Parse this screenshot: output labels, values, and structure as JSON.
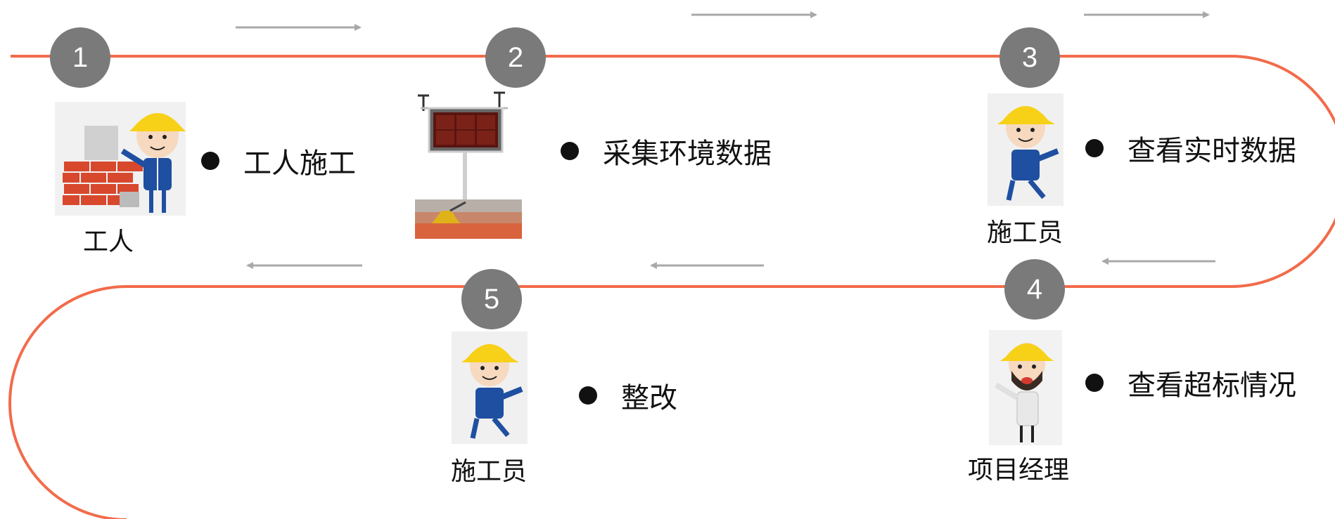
{
  "steps": [
    {
      "number": "1",
      "text": "工人施工",
      "role": "工人"
    },
    {
      "number": "2",
      "text": "采集环境数据",
      "role": ""
    },
    {
      "number": "3",
      "text": "查看实时数据",
      "role": "施工员"
    },
    {
      "number": "4",
      "text": "查看超标情况",
      "role": "项目经理"
    },
    {
      "number": "5",
      "text": "整改",
      "role": "施工员"
    }
  ],
  "colors": {
    "path": "#f26b4b",
    "badge": "#7a7a7a",
    "arrow": "#a9a9a9",
    "helmet": "#f7d117",
    "vest": "#1f4fa0",
    "brick": "#d8482d"
  }
}
